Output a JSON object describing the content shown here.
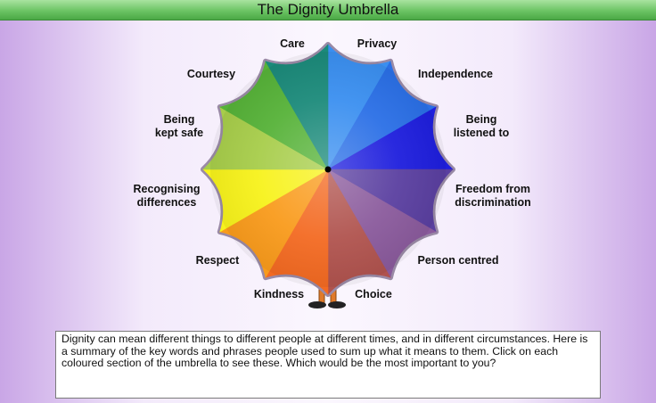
{
  "title": "The Dignity Umbrella",
  "segments": [
    {
      "label": "Privacy",
      "color": "#3a8ff0"
    },
    {
      "label": "Independence",
      "color": "#2a6fe6"
    },
    {
      "label": "Being\nlistened to",
      "color": "#1e1edd"
    },
    {
      "label": "Freedom from\ndiscrimination",
      "color": "#5a3fa0"
    },
    {
      "label": "Person centred",
      "color": "#8a5a9c"
    },
    {
      "label": "Choice",
      "color": "#b0534e"
    },
    {
      "label": "Kindness",
      "color": "#f36a22"
    },
    {
      "label": "Respect",
      "color": "#f99b1c"
    },
    {
      "label": "Recognising\ndifferences",
      "color": "#f7f21b"
    },
    {
      "label": "Being\nkept safe",
      "color": "#a7cd4a"
    },
    {
      "label": "Courtesy",
      "color": "#56b238"
    },
    {
      "label": "Care",
      "color": "#1b8a7a"
    }
  ],
  "description": "Dignity can mean different things to different people at different times, and in different circumstances. Here is a summary of the key words and phrases people used to sum up what it means to them. Click on each coloured section of the umbrella to see these. Which would be the most important to you?"
}
